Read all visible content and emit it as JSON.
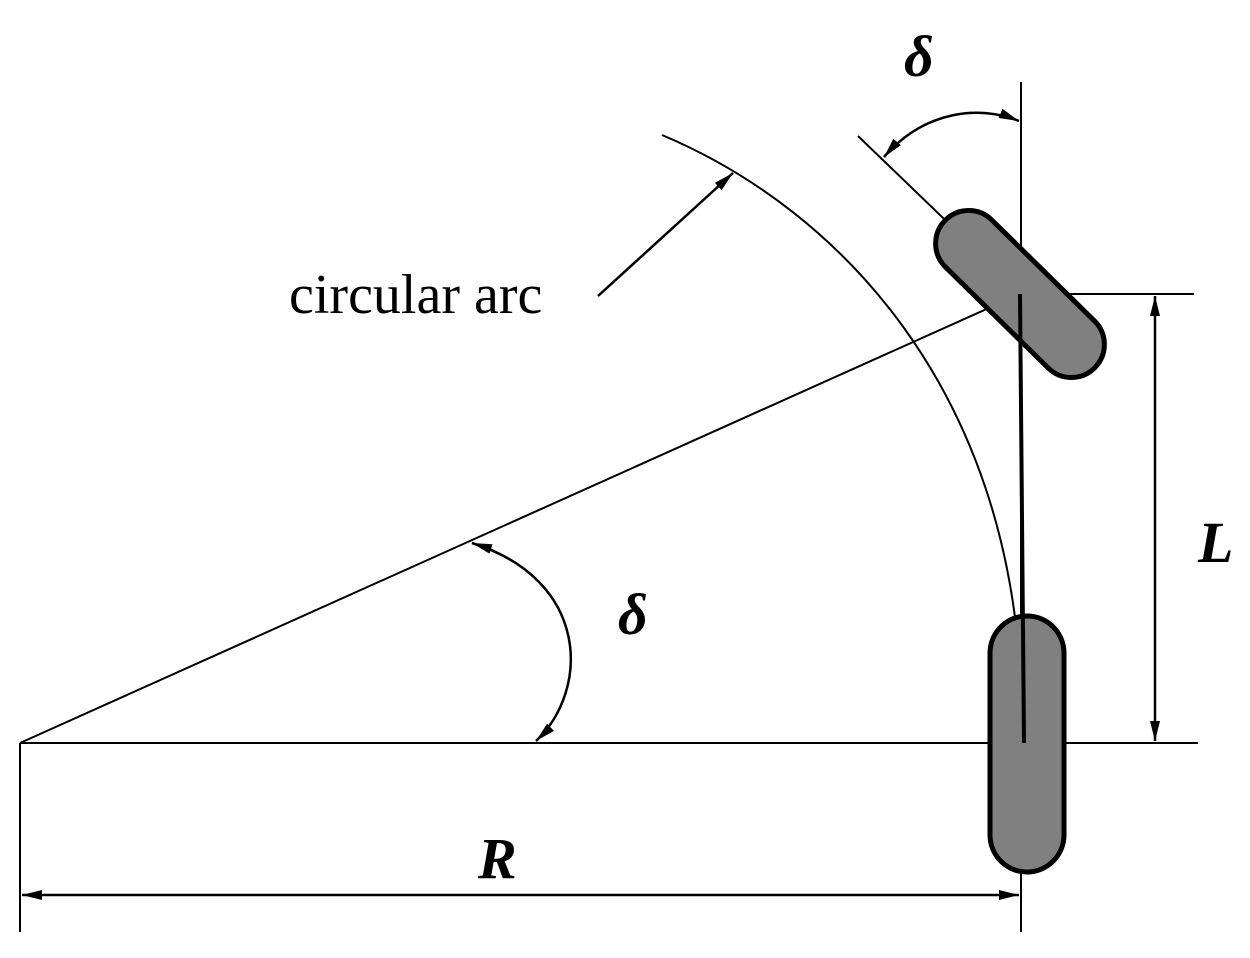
{
  "labels": {
    "steer_angle_top": "δ",
    "steer_angle_center": "δ",
    "wheelbase": "L",
    "turn_radius": "R",
    "arc_caption": "circular arc"
  },
  "colors": {
    "wheel_fill": "#808080",
    "stroke": "#000000",
    "background": "#ffffff"
  }
}
